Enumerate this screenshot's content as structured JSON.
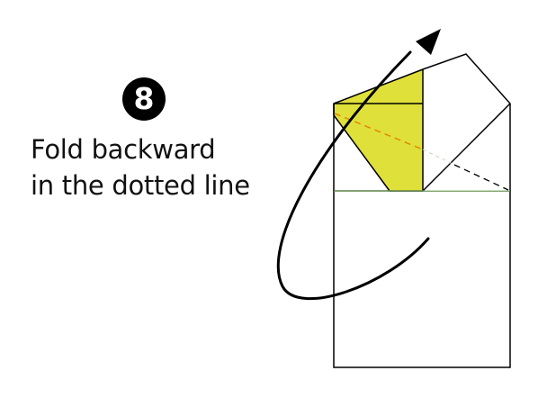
{
  "step": {
    "number": "8"
  },
  "instruction": {
    "line1": "Fold backward",
    "line2": "in the dotted line"
  },
  "colors": {
    "paper_fill": "#ffffff",
    "flap_fill": "#e0e03a",
    "outline": "#000000",
    "fold_line_on_flap": "#e08a00",
    "fold_line_on_paper": "#000000",
    "crease": "#88c070",
    "arrow": "#000000"
  },
  "icons": {
    "arrow": "curved-rotation-arrow-icon"
  }
}
